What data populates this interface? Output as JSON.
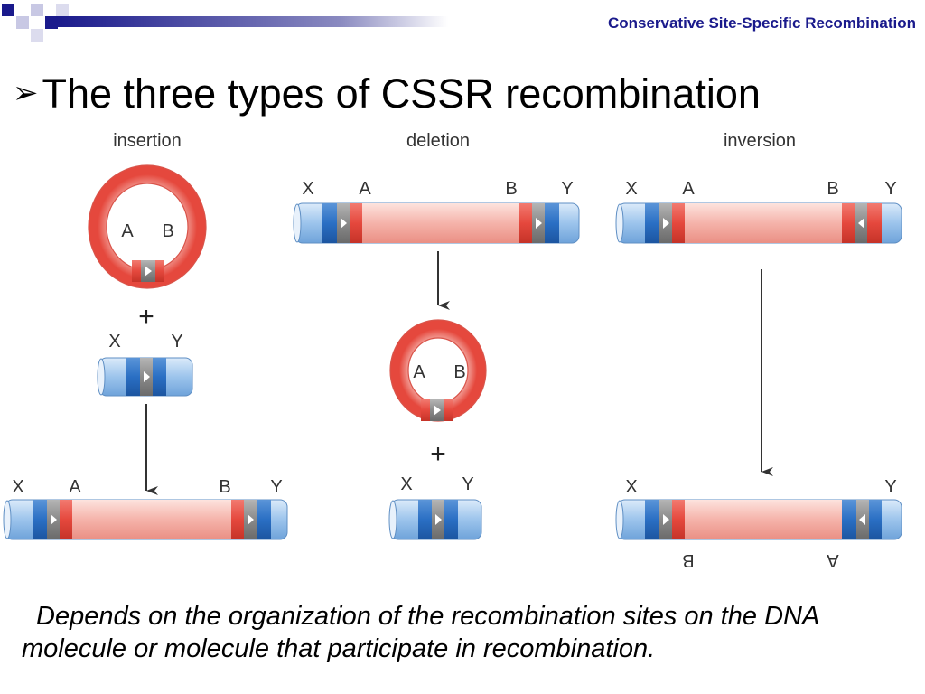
{
  "header": {
    "title": "Conservative Site-Specific Recombination"
  },
  "slide": {
    "bullet": "➢",
    "title": "The three types of CSSR recombination",
    "caption": "Depends on the organization of the recombination sites on the DNA molecule or molecule that participate in recombination."
  },
  "diagram": {
    "panels": {
      "insertion": {
        "title": "insertion",
        "circle": {
          "a": "A",
          "b": "B"
        },
        "plus": "+",
        "small": {
          "x": "X",
          "y": "Y"
        },
        "product": {
          "x": "X",
          "a": "A",
          "b": "B",
          "y": "Y"
        }
      },
      "deletion": {
        "title": "deletion",
        "substrate": {
          "x": "X",
          "a": "A",
          "b": "B",
          "y": "Y"
        },
        "circle": {
          "a": "A",
          "b": "B"
        },
        "plus": "+",
        "small": {
          "x": "X",
          "y": "Y"
        }
      },
      "inversion": {
        "title": "inversion",
        "substrate": {
          "x": "X",
          "a": "A",
          "b": "B",
          "y": "Y"
        },
        "product": {
          "x": "X",
          "y": "Y",
          "b_flipped": "B",
          "a_flipped": "A"
        }
      }
    },
    "colors": {
      "dna_blue": "#9cc4ec",
      "dark_blue": "#2a6fc4",
      "site_gray": "#8a8a8a",
      "pink": "#f5b3aa",
      "red": "#e5483d",
      "header_navy": "#1a1a8c"
    }
  }
}
